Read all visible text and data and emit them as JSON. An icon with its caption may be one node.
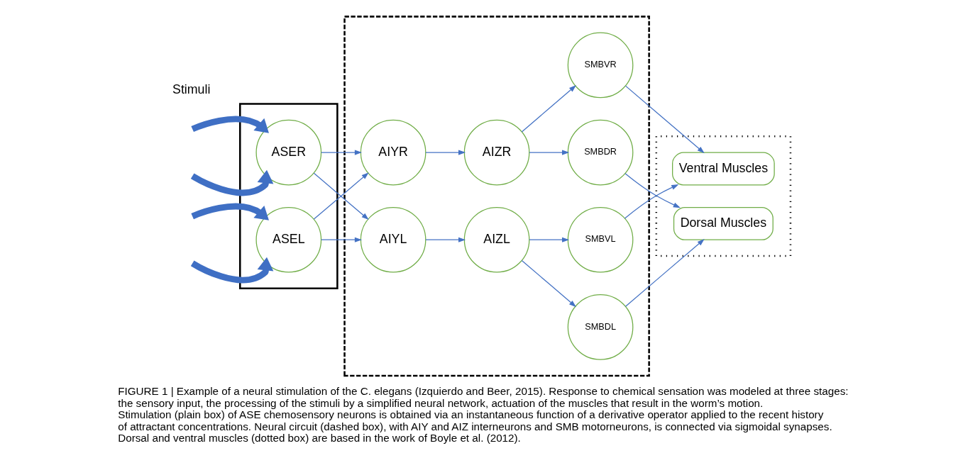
{
  "diagram": {
    "caption": "FIGURE 1 | Example of a neural stimulation of the C. elegans (Izquierdo and Beer, 2015). Response to chemical sensation was modeled at three stages: the sensory input, the processing of the stimuli by a simplified neural network, actuation of the muscles that result in the worm’s motion. Stimulation (plain box) of ASE chemosensory neurons is obtained via an instantaneous function of a derivative operator applied to the recent history of attractant concentrations. Neural circuit (dashed box), with AIY and AIZ interneurons and SMB motorneurons, is connected via sigmoidal synapses. Dorsal and ventral muscles (dotted box) are based in the work of Boyle et al. (2012).",
    "nodes": [
      {
        "text": [],
        "shape": "box"
      },
      {
        "text": [
          "ASER"
        ],
        "in": 0
      },
      {
        "text": [
          "ASEL"
        ],
        "in": 0
      },
      {
        "text": [],
        "shape": "box"
      },
      {
        "text": [
          "AIYR"
        ],
        "in": 3
      },
      {
        "text": [
          "AIYL"
        ],
        "in": 3
      },
      {
        "text": [
          "AIZR"
        ],
        "in": 3
      },
      {
        "text": [
          "AIZL"
        ],
        "in": 3
      },
      {
        "text": [
          "SMBDR"
        ],
        "in": 3
      },
      {
        "text": [
          "SMBVR"
        ],
        "in": 3
      },
      {
        "text": [
          "SMBVL"
        ],
        "in": 3
      },
      {
        "text": [
          "SMBDL"
        ],
        "in": 3
      },
      {
        "text": [],
        "shape": "box"
      },
      {
        "text": [
          "Ventral Muscles"
        ],
        "in": 12
      },
      {
        "text": [
          "Dorsal Muscles"
        ],
        "in": 12
      }
    ],
    "edges": [
      {
        "from": null,
        "to": 1,
        "arrow": "to",
        "style": "thick"
      },
      {
        "from": null,
        "to": 1,
        "arrow": "to",
        "style": "thick"
      },
      {
        "from": null,
        "to": 2,
        "arrow": "to",
        "style": "thick"
      },
      {
        "from": null,
        "to": 2,
        "arrow": "to",
        "style": "thick"
      },
      {
        "from": 1,
        "to": 4,
        "arrow": "to"
      },
      {
        "from": 1,
        "to": 5,
        "arrow": "to"
      },
      {
        "from": 2,
        "to": 4,
        "arrow": "to"
      },
      {
        "from": 2,
        "to": 5,
        "arrow": "to"
      },
      {
        "from": 4,
        "to": 6,
        "arrow": "to"
      },
      {
        "from": 5,
        "to": 7,
        "arrow": "to"
      },
      {
        "from": 6,
        "to": 8,
        "arrow": "to"
      },
      {
        "from": 6,
        "to": 9,
        "arrow": "to"
      },
      {
        "from": 7,
        "to": 10,
        "arrow": "to"
      },
      {
        "from": 7,
        "to": 11,
        "arrow": "to"
      },
      {
        "from": 8,
        "to": 14,
        "arrow": "to"
      },
      {
        "from": 9,
        "to": 13,
        "arrow": "to"
      },
      {
        "from": 10,
        "to": 13,
        "arrow": "to"
      },
      {
        "from": 11,
        "to": 14,
        "arrow": "to"
      }
    ],
    "labels": [
      "Stimuli"
    ]
  }
}
